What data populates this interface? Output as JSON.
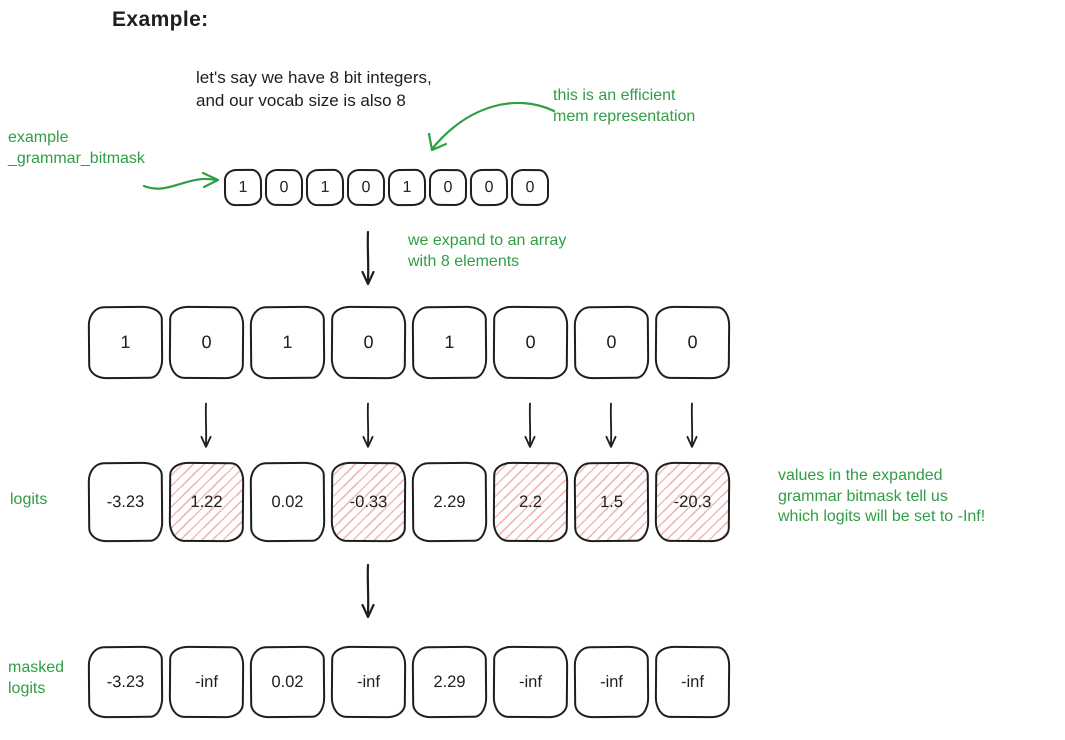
{
  "title": "Example:",
  "intro_note": {
    "line1": "let's say we have 8 bit integers,",
    "line2": "and our vocab size is also 8"
  },
  "annotations": {
    "efficient_mem": {
      "line1": "this is an efficient",
      "line2": "mem representation"
    },
    "bitmask_label": {
      "line1": "example",
      "line2": "_grammar_bitmask"
    },
    "expand_note": {
      "line1": "we expand to an array",
      "line2": "with 8 elements"
    },
    "values_note": {
      "line1": "values in the expanded",
      "line2": "grammar bitmask tell us",
      "line3": "which logits will be set to -Inf!"
    },
    "logits_label": "logits",
    "masked_logits_label": {
      "line1": "masked",
      "line2": "logits"
    }
  },
  "bitmask_compact": {
    "values": [
      "1",
      "0",
      "1",
      "0",
      "1",
      "0",
      "0",
      "0"
    ]
  },
  "bitmask_expanded": {
    "values": [
      "1",
      "0",
      "1",
      "0",
      "1",
      "0",
      "0",
      "0"
    ]
  },
  "logits": {
    "values": [
      "-3.23",
      "1.22",
      "0.02",
      "-0.33",
      "2.29",
      "2.2",
      "1.5",
      "-20.3"
    ],
    "masked": [
      false,
      true,
      false,
      true,
      false,
      true,
      true,
      true
    ]
  },
  "masked_logits": {
    "values": [
      "-3.23",
      "-inf",
      "0.02",
      "-inf",
      "2.29",
      "-inf",
      "-inf",
      "-inf"
    ]
  },
  "colors": {
    "green": "#2f9e44",
    "ink": "#1e1e1e",
    "mask_red": "#e04949"
  }
}
